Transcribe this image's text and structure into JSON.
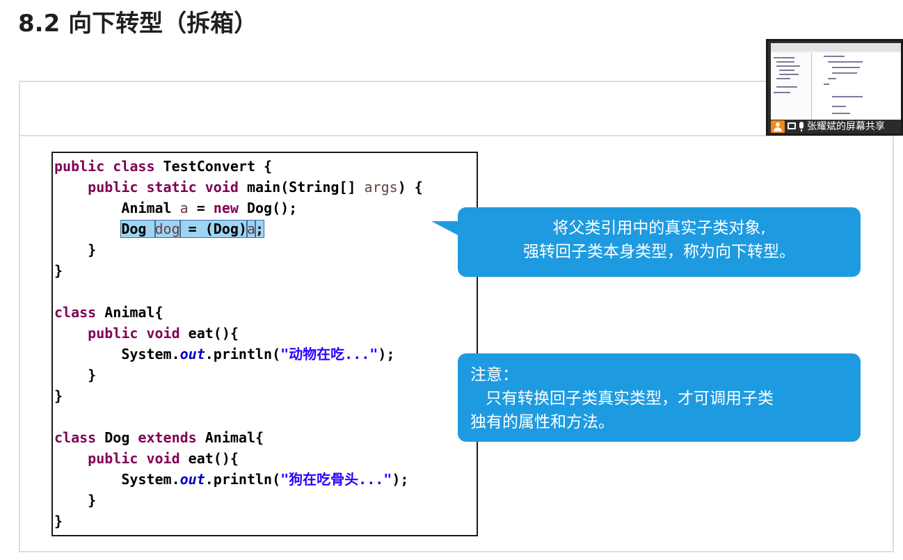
{
  "slide": {
    "title": "8.2 向下转型（拆箱）"
  },
  "code": {
    "lines": [
      {
        "parts": [
          {
            "t": "public class ",
            "c": "kw"
          },
          {
            "t": "TestConvert {",
            "c": ""
          }
        ]
      },
      {
        "parts": [
          {
            "t": "    public static void ",
            "c": "kw"
          },
          {
            "t": "main(String[] ",
            "c": ""
          },
          {
            "t": "args",
            "c": "var"
          },
          {
            "t": ") {",
            "c": ""
          }
        ]
      },
      {
        "parts": [
          {
            "t": "        Animal ",
            "c": ""
          },
          {
            "t": "a",
            "c": "var"
          },
          {
            "t": " = ",
            "c": ""
          },
          {
            "t": "new",
            "c": "kw"
          },
          {
            "t": " Dog();",
            "c": ""
          }
        ]
      },
      {
        "parts": [
          {
            "t": "        ",
            "c": ""
          },
          {
            "t": "Dog ",
            "c": "hl"
          },
          {
            "t": "dog",
            "c": "hl var"
          },
          {
            "t": " = (Dog)",
            "c": "hl"
          },
          {
            "t": "a",
            "c": "hl var"
          },
          {
            "t": ";",
            "c": "hl"
          }
        ]
      },
      {
        "parts": [
          {
            "t": "    }",
            "c": ""
          }
        ]
      },
      {
        "parts": [
          {
            "t": "}",
            "c": ""
          }
        ]
      },
      {
        "parts": [
          {
            "t": "",
            "c": ""
          }
        ]
      },
      {
        "parts": [
          {
            "t": "class ",
            "c": "kw"
          },
          {
            "t": "Animal{",
            "c": ""
          }
        ]
      },
      {
        "parts": [
          {
            "t": "    public void ",
            "c": "kw"
          },
          {
            "t": "eat(){",
            "c": ""
          }
        ]
      },
      {
        "parts": [
          {
            "t": "        System.",
            "c": ""
          },
          {
            "t": "out",
            "c": "fld"
          },
          {
            "t": ".println(",
            "c": ""
          },
          {
            "t": "\"动物在吃...\"",
            "c": "str"
          },
          {
            "t": ");",
            "c": ""
          }
        ]
      },
      {
        "parts": [
          {
            "t": "    }",
            "c": ""
          }
        ]
      },
      {
        "parts": [
          {
            "t": "}",
            "c": ""
          }
        ]
      },
      {
        "parts": [
          {
            "t": "",
            "c": ""
          }
        ]
      },
      {
        "parts": [
          {
            "t": "class ",
            "c": "kw"
          },
          {
            "t": "Dog ",
            "c": ""
          },
          {
            "t": "extends ",
            "c": "kw"
          },
          {
            "t": "Animal{",
            "c": ""
          }
        ]
      },
      {
        "parts": [
          {
            "t": "    public void ",
            "c": "kw"
          },
          {
            "t": "eat(){",
            "c": ""
          }
        ]
      },
      {
        "parts": [
          {
            "t": "        System.",
            "c": ""
          },
          {
            "t": "out",
            "c": "fld"
          },
          {
            "t": ".println(",
            "c": ""
          },
          {
            "t": "\"狗在吃骨头...\"",
            "c": "str"
          },
          {
            "t": ");",
            "c": ""
          }
        ]
      },
      {
        "parts": [
          {
            "t": "    }",
            "c": ""
          }
        ]
      },
      {
        "parts": [
          {
            "t": "}",
            "c": ""
          }
        ]
      }
    ]
  },
  "callout_downcast": {
    "line1": "将父类引用中的真实子类对象,",
    "line2": "强转回子类本身类型，称为向下转型。"
  },
  "callout_note": {
    "line1": "注意：",
    "line2": "只有转换回子类真实类型，才可调用子类",
    "line3": "独有的属性和方法。"
  },
  "screen_share": {
    "label": "张耀斌的屏幕共享",
    "icons": [
      "user-icon",
      "screen-share-icon",
      "microphone-icon"
    ]
  },
  "colors": {
    "callout_bg": "#1e9be0",
    "keyword": "#7f0055",
    "string": "#2a00ff",
    "highlight": "#9fd3f2"
  }
}
